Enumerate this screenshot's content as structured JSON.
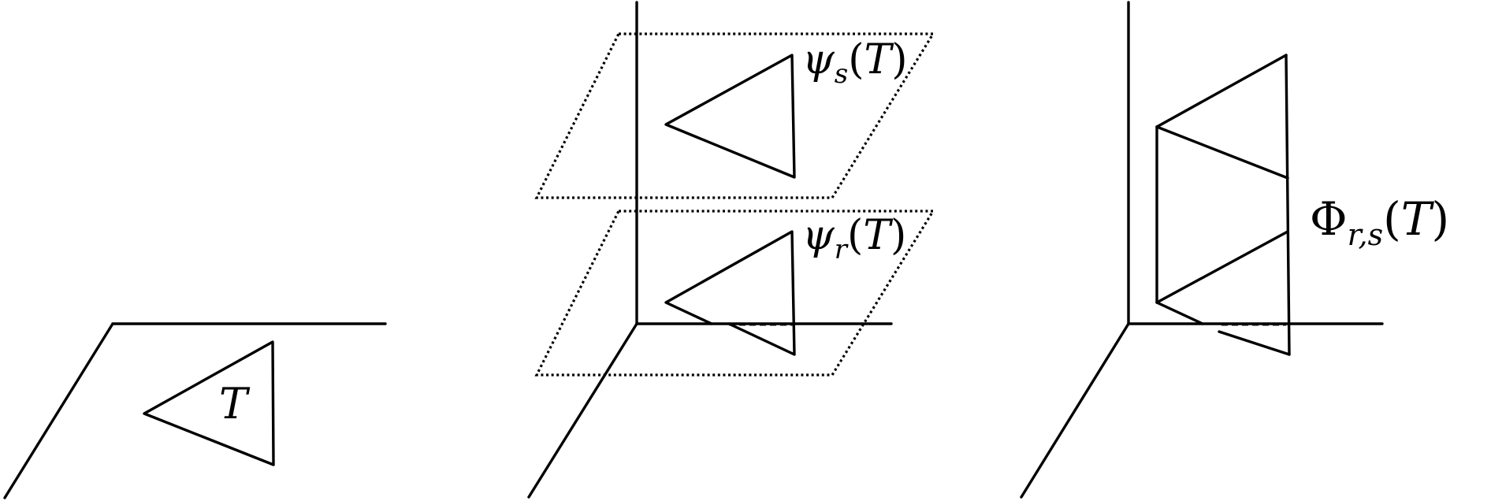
{
  "panels": [
    {
      "id": "base",
      "label": {
        "symbol": "T"
      }
    },
    {
      "id": "slices",
      "labels": [
        {
          "func": "ψ",
          "sub": "s",
          "arg": "T"
        },
        {
          "func": "ψ",
          "sub": "r",
          "arg": "T"
        }
      ]
    },
    {
      "id": "prism",
      "label": {
        "func": "Φ",
        "sub": "r,s",
        "arg": "T"
      }
    }
  ],
  "colors": {
    "ink": "#000000",
    "background": "#ffffff"
  }
}
